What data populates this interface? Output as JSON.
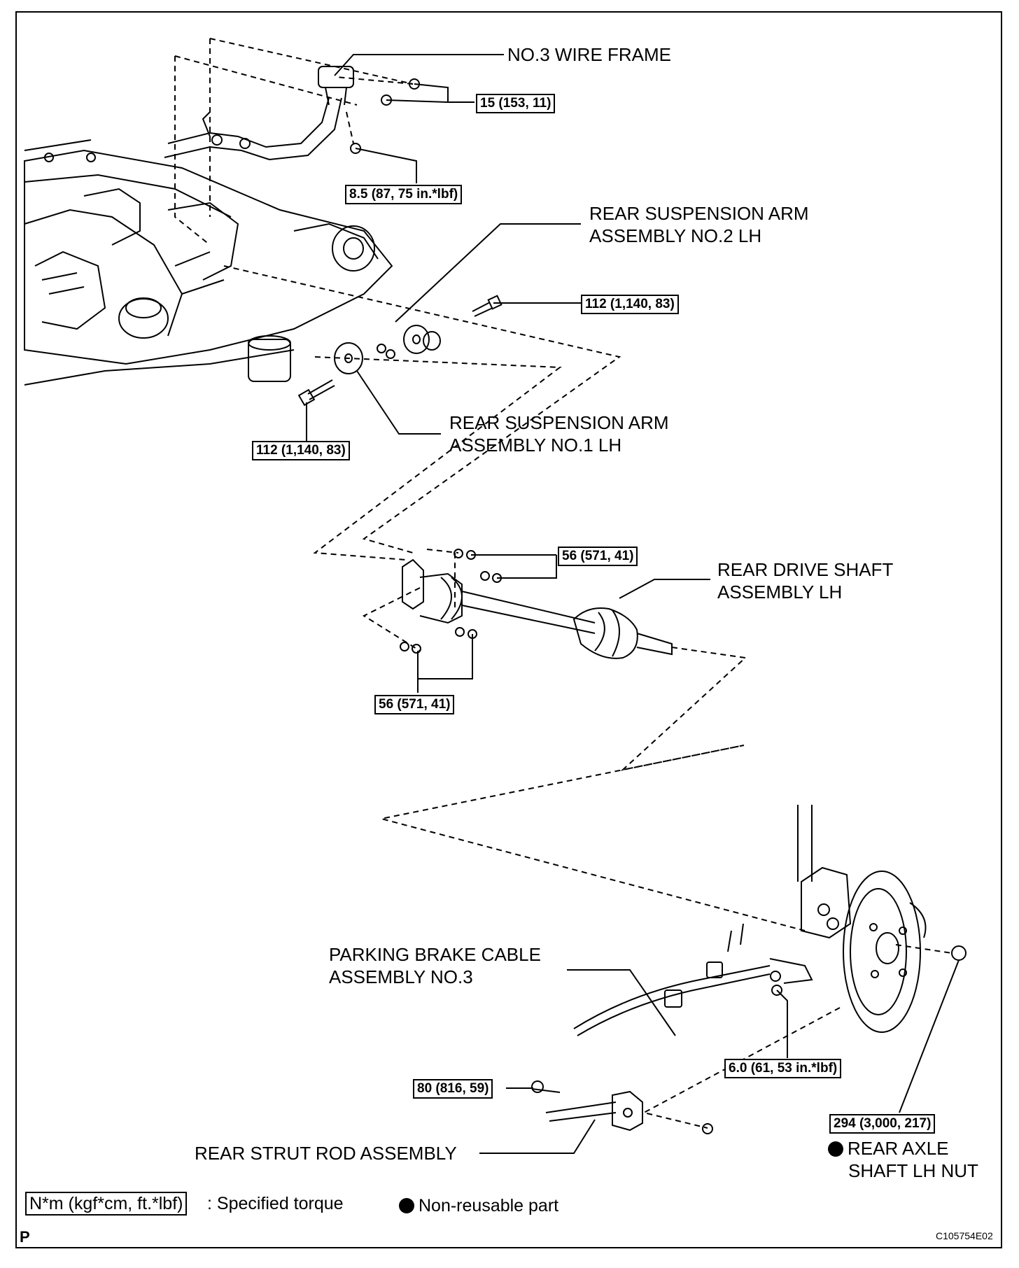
{
  "labels": {
    "wire_frame": "NO.3 WIRE FRAME",
    "arm_no2_line1": "REAR SUSPENSION ARM",
    "arm_no2_line2": "ASSEMBLY NO.2 LH",
    "arm_no1_line1": "REAR SUSPENSION ARM",
    "arm_no1_line2": "ASSEMBLY NO.1 LH",
    "drive_shaft_line1": "REAR DRIVE SHAFT",
    "drive_shaft_line2": "ASSEMBLY LH",
    "parking_cable_line1": "PARKING BRAKE CABLE",
    "parking_cable_line2": "ASSEMBLY NO.3",
    "strut_rod": "REAR STRUT ROD ASSEMBLY",
    "axle_nut_line1": "REAR AXLE",
    "axle_nut_line2": "SHAFT LH NUT"
  },
  "torques": {
    "wire_frame_nut": "15 (153, 11)",
    "wire_frame_clamp": "8.5 (87, 75 in.*lbf)",
    "arm_no2_bolt": "112 (1,140, 83)",
    "arm_no1_bolt": "112 (1,140, 83)",
    "shaft_flange_upper": "56 (571, 41)",
    "shaft_flange_lower": "56 (571, 41)",
    "cable_bolts": "6.0 (61, 53 in.*lbf)",
    "strut_rod_bolt": "80 (816, 59)",
    "axle_nut": "294 (3,000, 217)"
  },
  "legend": {
    "units": "N*m (kgf*cm, ft.*lbf)",
    "units_desc": ": Specified torque",
    "non_reusable": "Non-reusable part"
  },
  "footer": {
    "corner_letter": "P",
    "figure_code": "C105754E02"
  }
}
